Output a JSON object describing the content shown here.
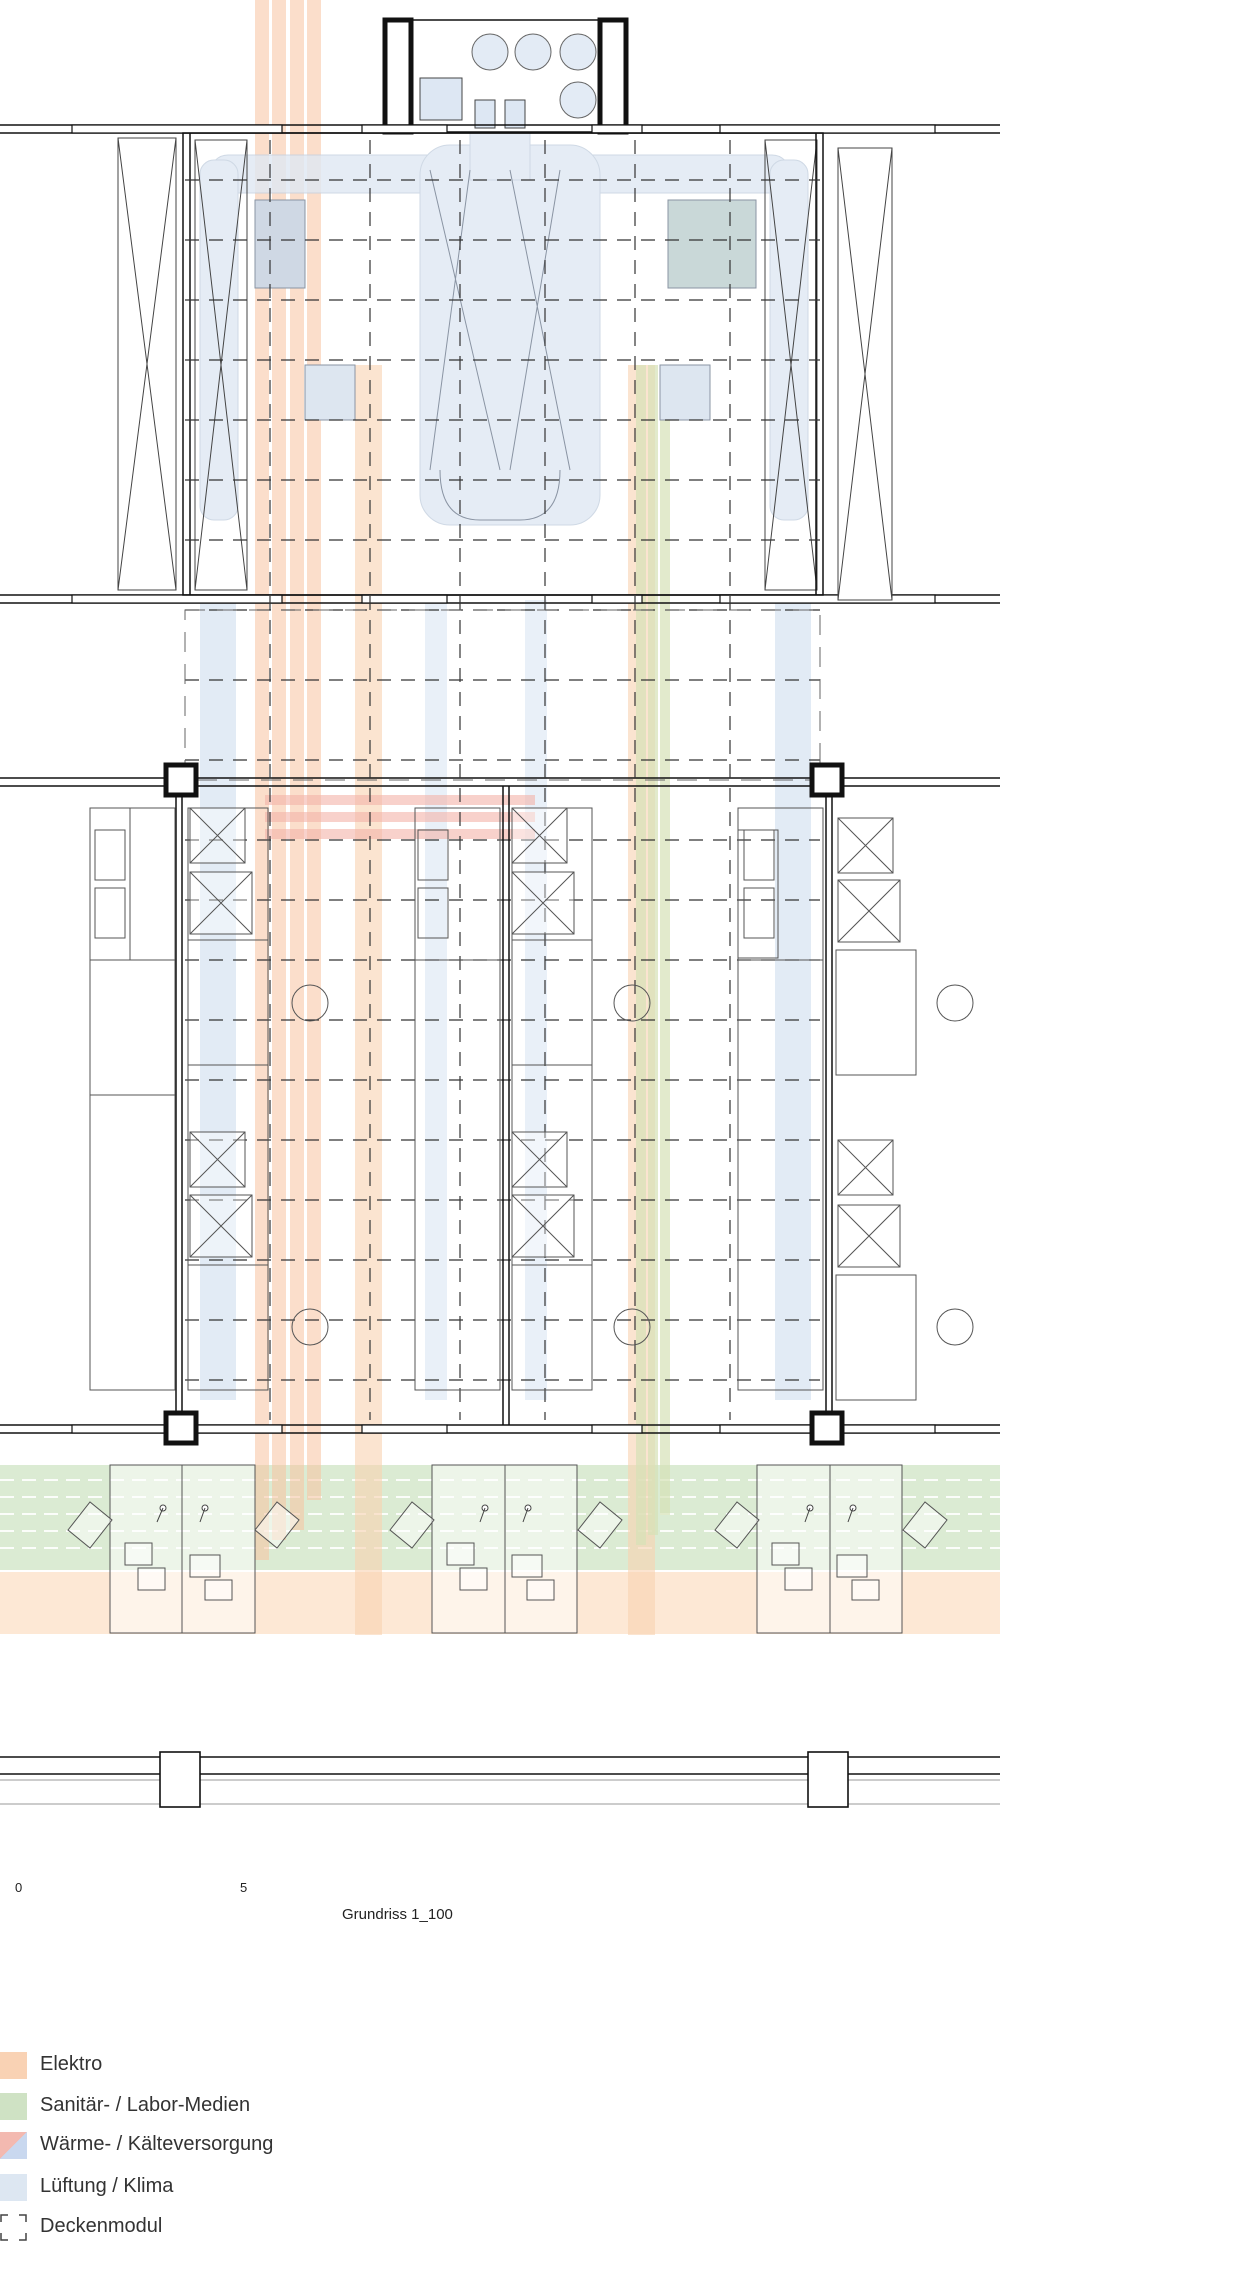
{
  "plan": {
    "title": "Grundriss 1_100",
    "scale_bar": {
      "start_label": "0",
      "end_label": "5"
    }
  },
  "legend": {
    "items": [
      {
        "key": "elektro",
        "label": "Elektro",
        "color": "#f9d2b4"
      },
      {
        "key": "sanitaer",
        "label": "Sanitär- / Labor-Medien",
        "color": "#cfe2c4"
      },
      {
        "key": "waerme",
        "label": "Wärme- / Kälteversorgung",
        "color": "#f3b9b0",
        "color2": "#c9d8ef"
      },
      {
        "key": "lueftung",
        "label": "Lüftung / Klima",
        "color": "#dde7f2"
      },
      {
        "key": "deckenmodul",
        "label": "Deckenmodul",
        "color": "#444444"
      }
    ]
  },
  "colors": {
    "elektro": "#f9c7a3",
    "sanitaer": "#c6dfba",
    "waerme": "#f0b2a4",
    "lueftung": "#d6e3f2",
    "line": "#555555",
    "heavy": "#111111"
  }
}
